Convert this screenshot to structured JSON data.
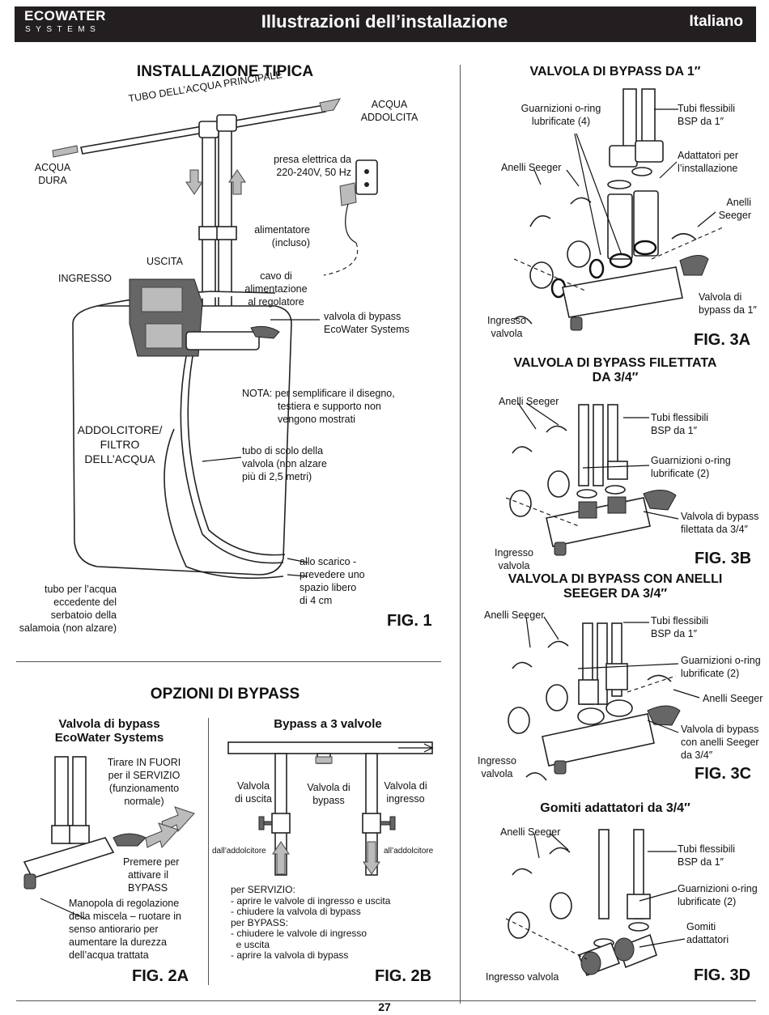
{
  "header": {
    "brand": "ECOWATER",
    "brand_sub": "SYSTEMS",
    "title": "Illustrazioni dell’installazione",
    "language": "Italiano"
  },
  "fig1": {
    "title": "INSTALLAZIONE TIPICA",
    "main_pipe": "TUBO DELL’ACQUA PRINCIPALE",
    "soft_water_1": "ACQUA",
    "soft_water_2": "ADDOLCITA",
    "hard_water_1": "ACQUA",
    "hard_water_2": "DURA",
    "outlet_1": "presa elettrica da",
    "outlet_2": "220-240V, 50 Hz",
    "adapter_1": "alimentatore",
    "adapter_2": "(incluso)",
    "cable_1": "cavo di",
    "cable_2": "alimentazione",
    "cable_3": "al regolatore",
    "outlet_label": "USCITA",
    "inlet_label": "INGRESSO",
    "bypass_1": "valvola di bypass",
    "bypass_2": "EcoWater Systems",
    "note_1": "NOTA: per semplificare il disegno,",
    "note_2": "testiera e supporto non",
    "note_3": "vengono mostrati",
    "softener_1": "ADDOLCITORE/",
    "softener_2": "FILTRO",
    "softener_3": "DELL’ACQUA",
    "drain_1": "tubo di scolo della",
    "drain_2": "valvola (non alzare",
    "drain_3": "più di 2,5 metri)",
    "discharge_1": "allo scarico -",
    "discharge_2": "prevedere uno",
    "discharge_3": "spazio libero",
    "discharge_4": "di 4 cm",
    "overflow_1": "tubo per l’acqua",
    "overflow_2": "eccedente del",
    "overflow_3": "serbatoio della",
    "overflow_4": "salamoia (non alzare)",
    "fig": "FIG. 1"
  },
  "bypass_options": {
    "title": "OPZIONI DI BYPASS",
    "fig2a": {
      "title_1": "Valvola di bypass",
      "title_2": "EcoWater Systems",
      "pull_1": "Tirare IN FUORI",
      "pull_2": "per il SERVIZIO",
      "pull_3": "(funzionamento",
      "pull_4": "normale)",
      "push_1": "Premere per",
      "push_2": "attivare il",
      "push_3": "BYPASS",
      "knob_1": "Manopola di regolazione",
      "knob_2": "della miscela – ruotare in",
      "knob_3": "senso antiorario per",
      "knob_4": "aumentare la durezza",
      "knob_5": "dell’acqua trattata",
      "fig": "FIG. 2A"
    },
    "fig2b": {
      "title": "Bypass a 3 valvole",
      "out_1": "Valvola",
      "out_2": "di uscita",
      "byp_1": "Valvola di",
      "byp_2": "bypass",
      "in_1": "Valvola di",
      "in_2": "ingresso",
      "from": "dall’addolcitore",
      "to": "all’addolcitore",
      "inst_1": "per SERVIZIO:",
      "inst_2": "- aprire le valvole di ingresso e uscita",
      "inst_3": "- chiudere la valvola di bypass",
      "inst_4": "per BYPASS:",
      "inst_5": "- chiudere le valvole di ingresso",
      "inst_6": "  e uscita",
      "inst_7": "- aprire la valvola di bypass",
      "fig": "FIG. 2B"
    }
  },
  "fig3a": {
    "title": "VALVOLA DI BYPASS DA 1″",
    "orings_1": "Guarnizioni o-ring",
    "orings_2": "lubrificate (4)",
    "tubes_1": "Tubi flessibili",
    "tubes_2": "BSP da 1″",
    "adapt_1": "Adattatori per",
    "adapt_2": "l’installazione",
    "seeger_l": "Anelli Seeger",
    "seeger_r1": "Anelli",
    "seeger_r2": "Seeger",
    "inlet_1": "Ingresso",
    "inlet_2": "valvola",
    "valve_1": "Valvola di",
    "valve_2": "bypass da 1″",
    "fig": "FIG. 3A"
  },
  "fig3b": {
    "title_1": "VALVOLA DI BYPASS FILETTATA",
    "title_2": "DA 3/4″",
    "seeger": "Anelli Seeger",
    "tubes_1": "Tubi flessibili",
    "tubes_2": "BSP da 1″",
    "orings_1": "Guarnizioni o-ring",
    "orings_2": "lubrificate (2)",
    "valve_1": "Valvola di bypass",
    "valve_2": "filettata da 3/4″",
    "inlet_1": "Ingresso",
    "inlet_2": "valvola",
    "fig": "FIG. 3B"
  },
  "fig3c": {
    "title_1": "VALVOLA DI BYPASS CON ANELLI",
    "title_2": "SEEGER DA 3/4″",
    "seeger": "Anelli Seeger",
    "tubes_1": "Tubi flessibili",
    "tubes_2": "BSP da 1″",
    "orings_1": "Guarnizioni o-ring",
    "orings_2": "lubrificate (2)",
    "seeger_r": "Anelli Seeger",
    "valve_1": "Valvola di bypass",
    "valve_2": "con anelli Seeger",
    "valve_3": "da 3/4″",
    "inlet_1": "Ingresso",
    "inlet_2": "valvola",
    "fig": "FIG. 3C"
  },
  "fig3d": {
    "title": "Gomiti adattatori da 3/4″",
    "seeger": "Anelli Seeger",
    "tubes_1": "Tubi flessibili",
    "tubes_2": "BSP da 1″",
    "orings_1": "Guarnizioni o-ring",
    "orings_2": "lubrificate (2)",
    "elbows_1": "Gomiti",
    "elbows_2": "adattatori",
    "inlet": "Ingresso valvola",
    "fig": "FIG. 3D"
  },
  "footer": {
    "page": "27"
  }
}
